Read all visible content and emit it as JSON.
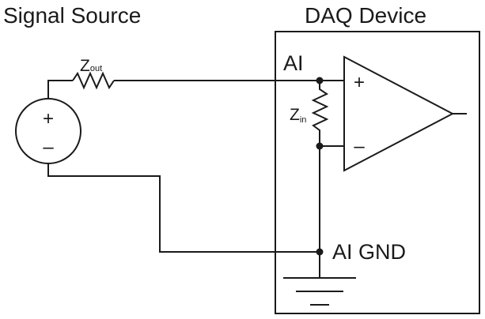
{
  "labels": {
    "signal_source": "Signal Source",
    "daq_device": "DAQ Device",
    "z_out_main": "Z",
    "z_out_sub": "out",
    "z_in_main": "Z",
    "z_in_sub": "in",
    "ai": "AI",
    "ai_gnd": "AI GND",
    "source_plus": "+",
    "source_minus": "–",
    "opamp_plus": "+",
    "opamp_minus": "–"
  },
  "colors": {
    "stroke": "#1a1a1a",
    "background": "#ffffff"
  }
}
